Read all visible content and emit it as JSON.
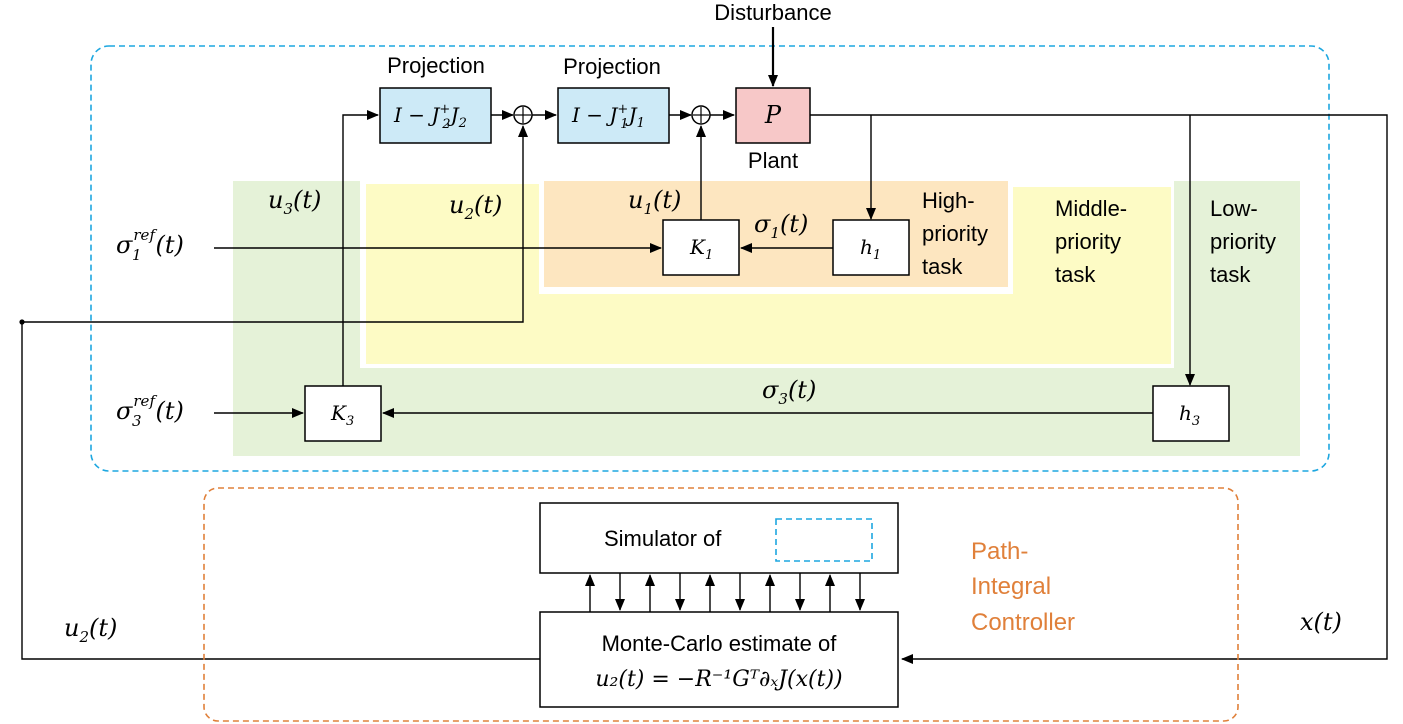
{
  "top": {
    "disturbance": "Disturbance",
    "projection2_label": "Projection",
    "projection1_label": "Projection",
    "plant_label": "Plant",
    "plant_symbol": "P"
  },
  "tasks": {
    "high": [
      "High-",
      "priority",
      "task"
    ],
    "middle": [
      "Middle-",
      "priority",
      "task"
    ],
    "low": [
      "Low-",
      "priority",
      "task"
    ]
  },
  "signals": {
    "u3": "u",
    "u3_sub": "3",
    "u2": "u",
    "u2_sub": "2",
    "u1": "u",
    "u1_sub": "1",
    "sigma1": "σ",
    "sigma1_sub": "1",
    "sigma3": "σ",
    "sigma3_sub": "3",
    "time_arg": "(t)",
    "ref_sup": "ref",
    "x": "x(t)"
  },
  "blocks": {
    "k1": "K",
    "k1_sub": "1",
    "k3": "K",
    "k3_sub": "3",
    "h1": "h",
    "h1_sub": "1",
    "h3": "h",
    "h3_sub": "3"
  },
  "controller": {
    "title": [
      "Path-",
      "Integral",
      "Controller"
    ],
    "simulator": "Simulator of",
    "estimate": "Monte-Carlo estimate of",
    "formula": "u₂(t) = −R⁻¹Gᵀ∂ₓJ(x(t))"
  },
  "colors": {
    "projection_fill": "#cdeaf7",
    "plant_fill": "#f7c8c8",
    "high_fill": "#fde6c0",
    "middle_fill": "#fdfbc5",
    "low_fill": "#e5f2d8",
    "outer_border": "#1da7e0",
    "controller_border": "#e0803a",
    "controller_text": "#e0803a"
  }
}
